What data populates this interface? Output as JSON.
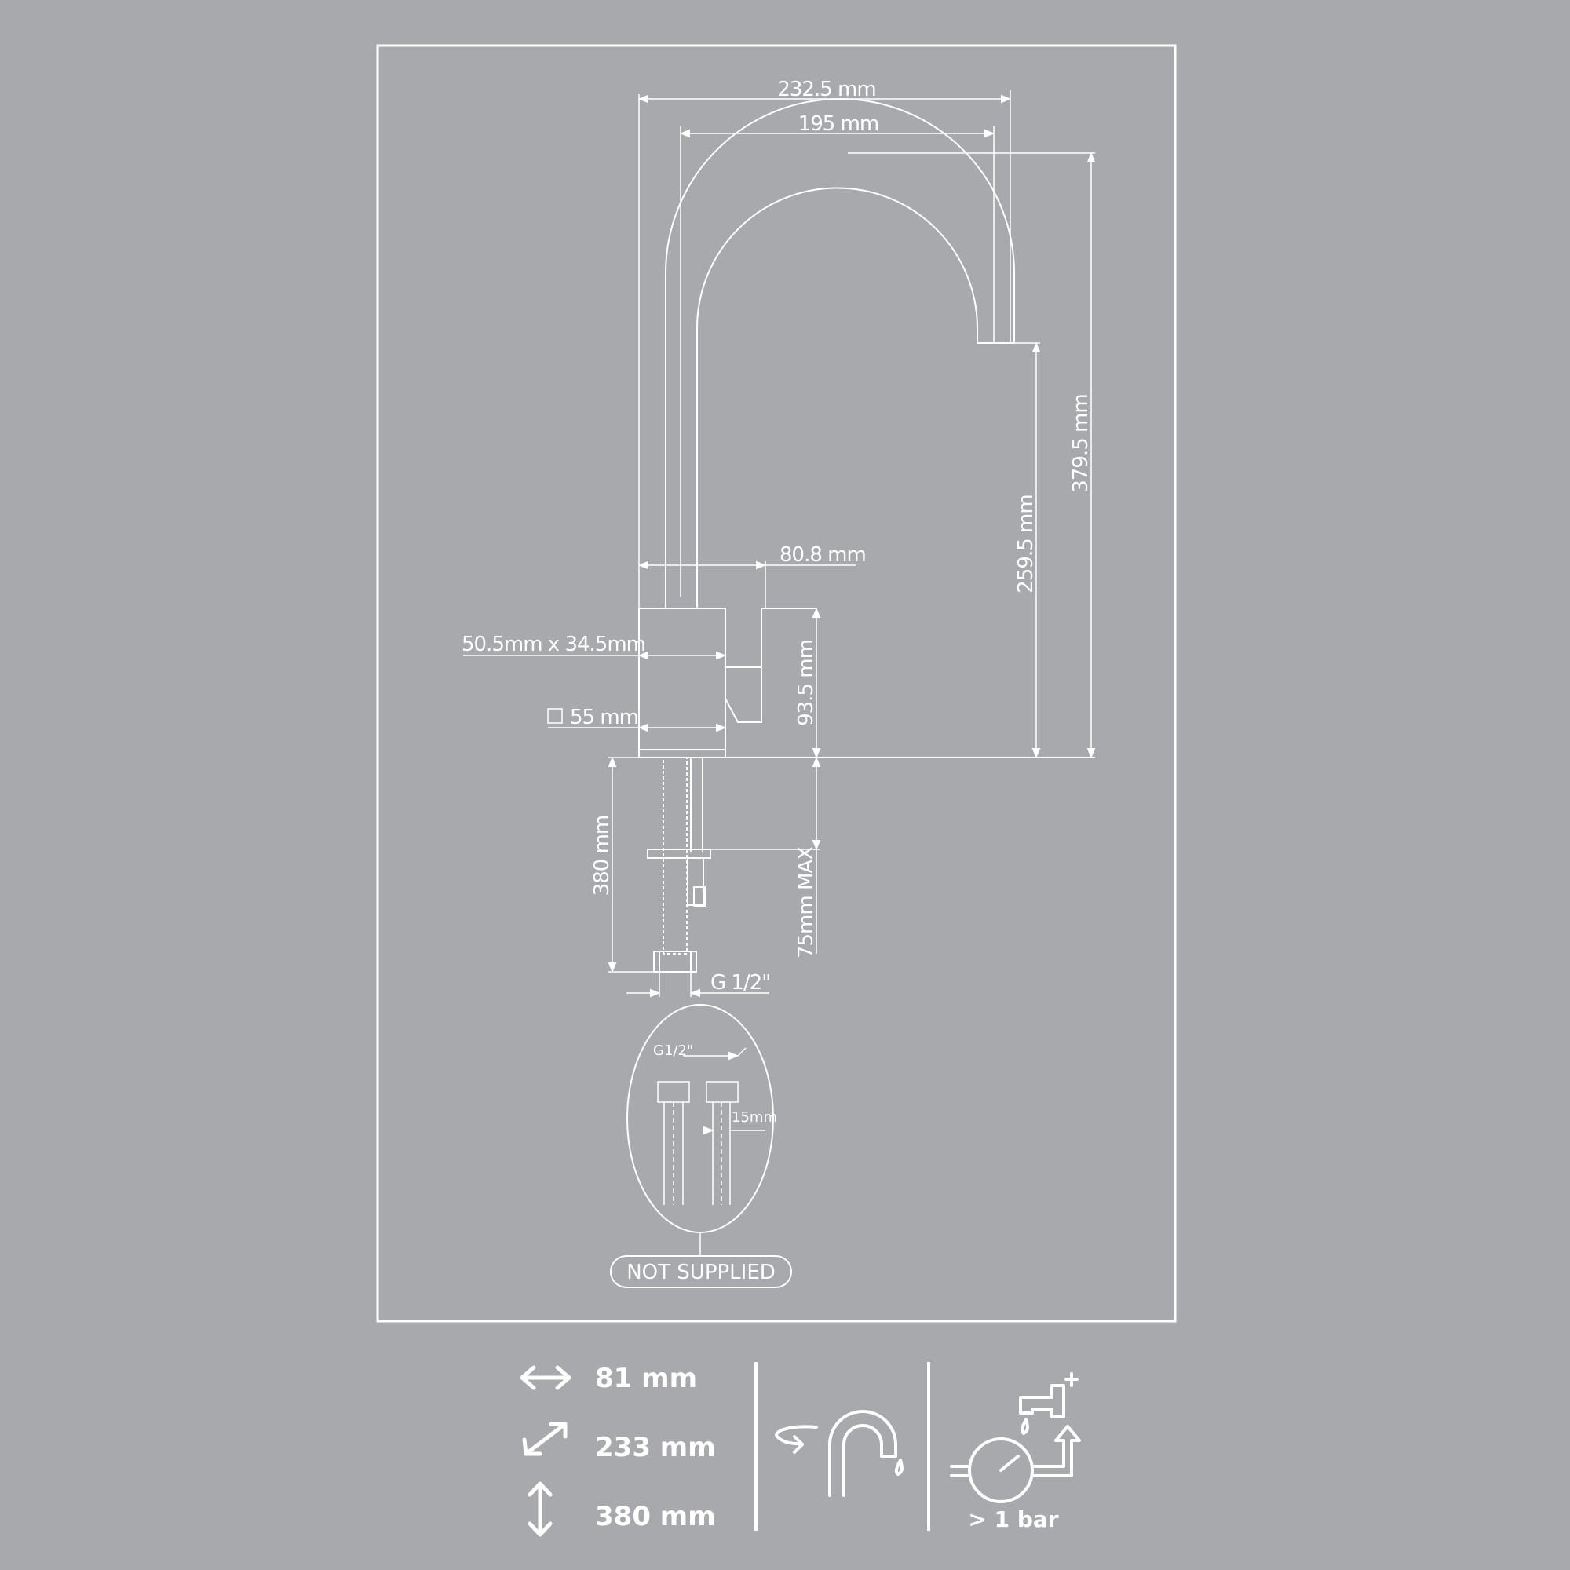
{
  "colors": {
    "background": "#a8a9ad",
    "line": "#ffffff"
  },
  "drawing": {
    "dim_overall_reach": "232.5 mm",
    "dim_spout_reach": "195 mm",
    "dim_total_height": "379.5 mm",
    "dim_spout_clearance": "259.5 mm",
    "dim_handle_offset": "80.8 mm",
    "dim_body_section": "50.5mm  x  34.5mm",
    "dim_base": "55 mm",
    "dim_body_height": "93.5 mm",
    "dim_hose_length": "380 mm",
    "dim_max_thickness": "75mm  MAX",
    "dim_thread": "G  1/2\"",
    "detail_thread": "G1/2\"",
    "detail_diameter": "15mm",
    "not_supplied": "NOT  SUPPLIED"
  },
  "specs": [
    {
      "icon": "horizontal-arrow-icon",
      "value": "81 mm"
    },
    {
      "icon": "diagonal-arrow-icon",
      "value": "233 mm"
    },
    {
      "icon": "vertical-arrow-icon",
      "value": "380 mm"
    }
  ],
  "features": {
    "swivel_icon": "swivel-spout-icon",
    "pressure_icon": "pressure-gauge-icon",
    "pressure_label": "> 1 bar"
  }
}
